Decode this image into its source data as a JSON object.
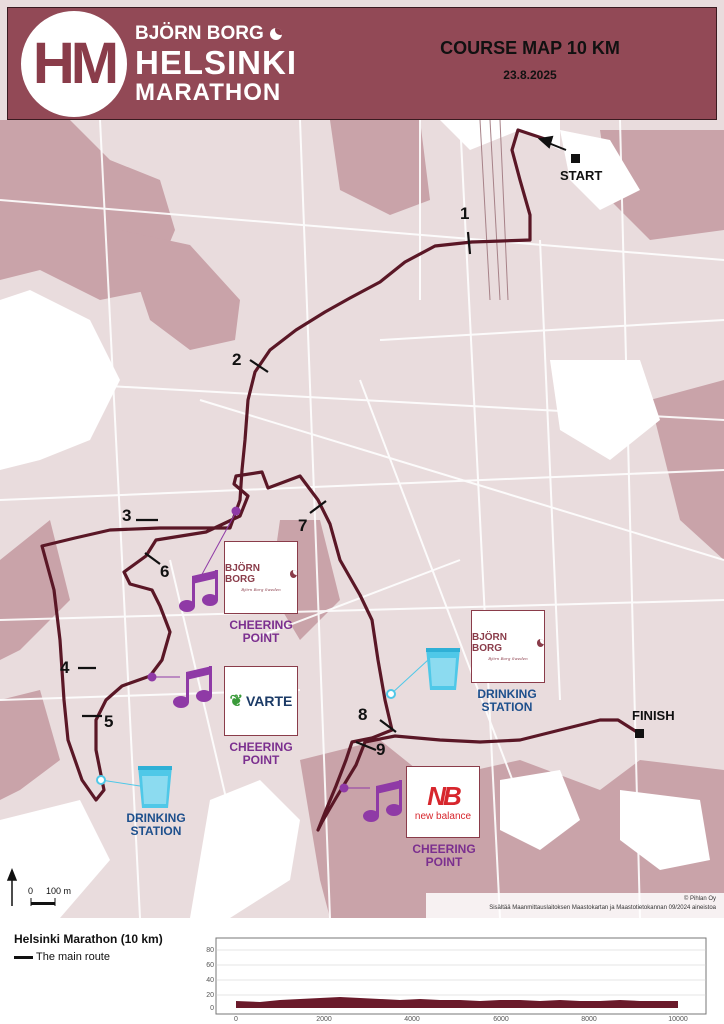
{
  "header": {
    "logo_initials": "HM",
    "brand_line1": "BJÖRN BORG",
    "brand_line2": "HELSINKI",
    "brand_line3": "MARATHON",
    "map_title": "COURSE MAP 10 KM",
    "date": "23.8.2025"
  },
  "course": {
    "start_label": "START",
    "finish_label": "FINISH",
    "km_markers": [
      "1",
      "2",
      "3",
      "4",
      "5",
      "6",
      "7",
      "8",
      "9"
    ]
  },
  "points": {
    "cheer1": {
      "brand": "BJÖRN BORG",
      "brand_sub": "Björn Borg Sweden",
      "label_line1": "CHEERING",
      "label_line2": "POINT",
      "icon": "music-note-icon"
    },
    "cheer2": {
      "brand": "VARTE",
      "label_line1": "CHEERING",
      "label_line2": "POINT",
      "icon": "music-note-icon"
    },
    "cheer3": {
      "brand_mark": "NB",
      "brand": "new balance",
      "label_line1": "CHEERING",
      "label_line2": "POINT",
      "icon": "music-note-icon"
    },
    "drink1": {
      "label_line1": "DRINKING",
      "label_line2": "STATION",
      "icon": "water-cup-icon"
    },
    "drink2": {
      "brand": "BJÖRN BORG",
      "brand_sub": "Björn Borg Sweden",
      "label_line1": "DRINKING",
      "label_line2": "STATION",
      "icon": "water-cup-icon"
    }
  },
  "scale": {
    "zero": "0",
    "label": "100 m"
  },
  "credits": {
    "line1": "© Pihlan Oy",
    "line2": "Sisältää Maanmittauslaitoksen Maastokartan ja Maastotietokannan 09/2024 aineistoa"
  },
  "legend": {
    "title": "Helsinki Marathon (10 km)",
    "route_label": "The main route"
  },
  "profile": {
    "y_ticks": [
      "80",
      "60",
      "40",
      "20",
      "0"
    ],
    "x_ticks": [
      "0",
      "2000",
      "4000",
      "6000",
      "8000",
      "10000"
    ]
  },
  "colors": {
    "route": "#5a1726",
    "land_dark": "#c9a3a9",
    "land_light": "#e4d6d8",
    "water": "#ffffff",
    "accent": "#8a3c4a",
    "cheer": "#7b2f8f",
    "drink": "#4fc8e8"
  }
}
